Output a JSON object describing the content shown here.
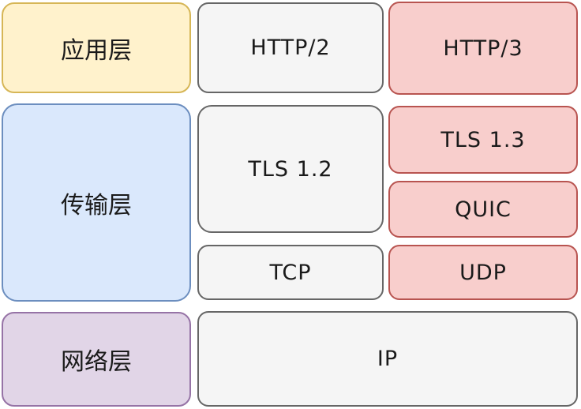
{
  "diagram": {
    "layer_column": [
      {
        "key": "app_layer",
        "label": "应用层"
      },
      {
        "key": "transport_layer",
        "label": "传输层"
      },
      {
        "key": "network_layer",
        "label": "网络层"
      }
    ],
    "http2_column": [
      {
        "key": "http2",
        "label": "HTTP/2"
      },
      {
        "key": "tls12",
        "label": "TLS 1.2"
      },
      {
        "key": "tcp",
        "label": "TCP"
      }
    ],
    "http3_column": [
      {
        "key": "http3",
        "label": "HTTP/3"
      },
      {
        "key": "tls13",
        "label": "TLS 1.3"
      },
      {
        "key": "quic",
        "label": "QUIC"
      },
      {
        "key": "udp",
        "label": "UDP"
      }
    ],
    "shared_row": [
      {
        "key": "ip",
        "label": "IP"
      }
    ]
  },
  "colors": {
    "background": "#ffffff",
    "text": "#1a1a1a",
    "app_fill": "#fff2cc",
    "app_stroke": "#d6b656",
    "transport_fill": "#dae8fc",
    "transport_stroke": "#6c8ebf",
    "network_fill": "#e1d5e7",
    "network_stroke": "#9673a6",
    "neutral_fill": "#f5f5f5",
    "neutral_stroke": "#666666",
    "h3_fill": "#f8cecc",
    "h3_stroke": "#b85450"
  }
}
